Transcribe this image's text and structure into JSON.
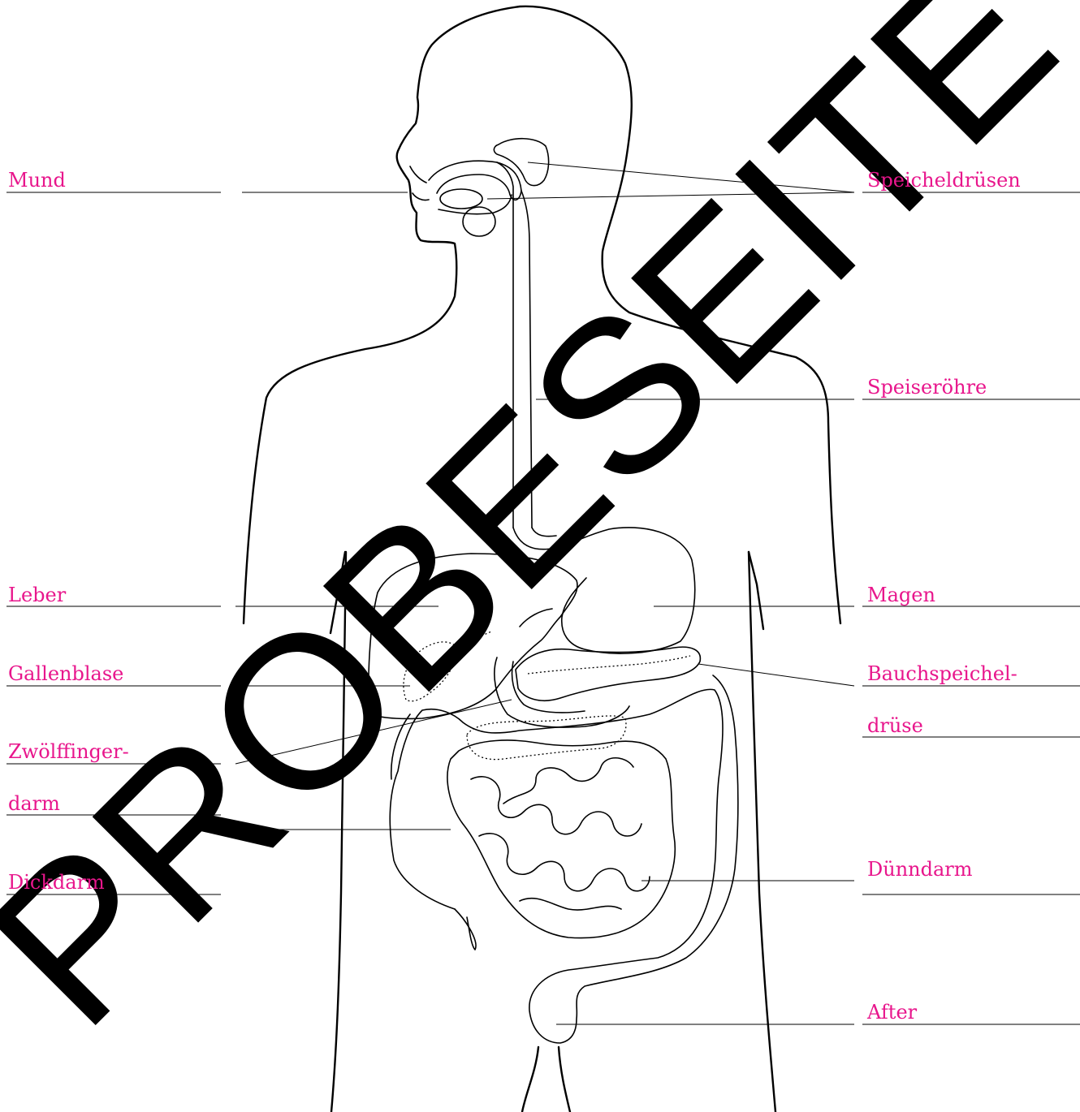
{
  "colors": {
    "label": "#e8168c",
    "line": "#000000",
    "watermark": "#000000",
    "background": "#ffffff"
  },
  "watermark": {
    "text": "PROBESEITE"
  },
  "labels": {
    "mund": "Mund",
    "speicheldruesen": "Speicheldrüsen",
    "speiseroehre": "Speiseröhre",
    "leber": "Leber",
    "magen": "Magen",
    "gallenblase": "Gallenblase",
    "bauchspeichel_1": "Bauchspeichel-",
    "bauchspeichel_2": "drüse",
    "zwoelffinger_1": "Zwölffinger-",
    "zwoelffinger_2": "darm",
    "duenndarm": "Dünndarm",
    "dickdarm": "Dickdarm",
    "after": "After"
  }
}
